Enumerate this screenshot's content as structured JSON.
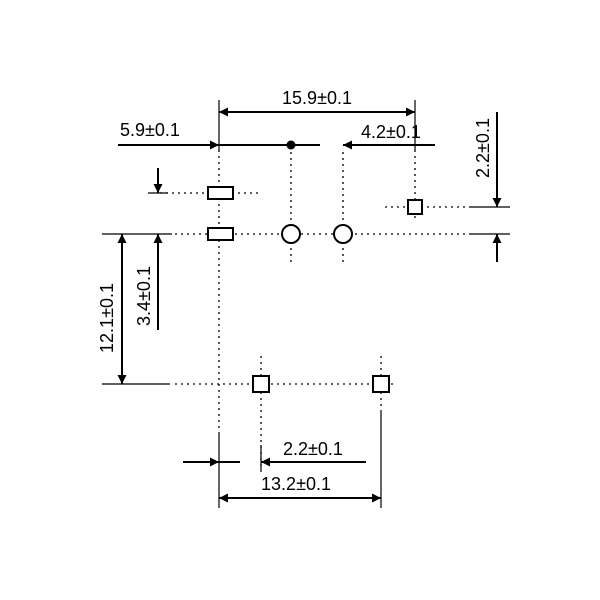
{
  "dimensions": {
    "d_15_9": "15.9±0.1",
    "d_5_9": "5.9±0.1",
    "d_4_2": "4.2±0.1",
    "d_2_2_right": "2.2±0.1",
    "d_12_1": "12.1±0.1",
    "d_3_4": "3.4±0.1",
    "d_2_2_bottom": "2.2±0.1",
    "d_13_2": "13.2±0.1"
  },
  "colors": {
    "line": "#000000",
    "background": "#ffffff"
  }
}
